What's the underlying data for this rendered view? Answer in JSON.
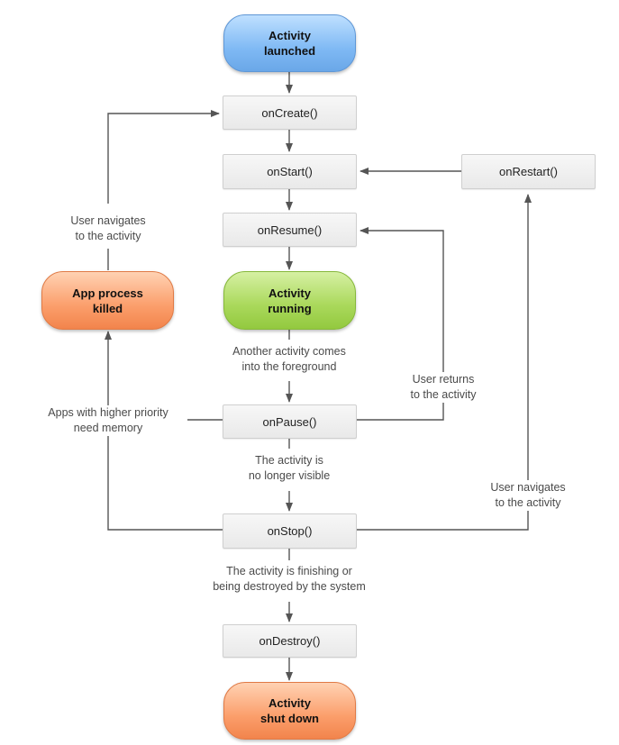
{
  "colors": {
    "line": "#555555",
    "method_fill": "#efefef",
    "launched_fill": "#7fb9f4",
    "running_fill": "#a9d85a",
    "terminal_fill": "#fb9e6b"
  },
  "states": {
    "launched": [
      "Activity",
      "launched"
    ],
    "running": [
      "Activity",
      "running"
    ],
    "killed": [
      "App process",
      "killed"
    ],
    "shutdown": [
      "Activity",
      "shut down"
    ]
  },
  "methods": {
    "on_create": "onCreate()",
    "on_start": "onStart()",
    "on_resume": "onResume()",
    "on_pause": "onPause()",
    "on_stop": "onStop()",
    "on_destroy": "onDestroy()",
    "on_restart": "onRestart()"
  },
  "transitions": {
    "user_navigates_left": [
      "User navigates",
      "to the activity"
    ],
    "another_activity": [
      "Another activity comes",
      "into the foreground"
    ],
    "user_returns": [
      "User returns",
      "to the activity"
    ],
    "higher_priority": [
      "Apps with higher priority",
      "need memory"
    ],
    "no_longer_visible": [
      "The activity is",
      "no longer visible"
    ],
    "user_navigates_right": [
      "User navigates",
      "to the activity"
    ],
    "finishing": [
      "The activity is finishing or",
      "being destroyed by the system"
    ]
  }
}
